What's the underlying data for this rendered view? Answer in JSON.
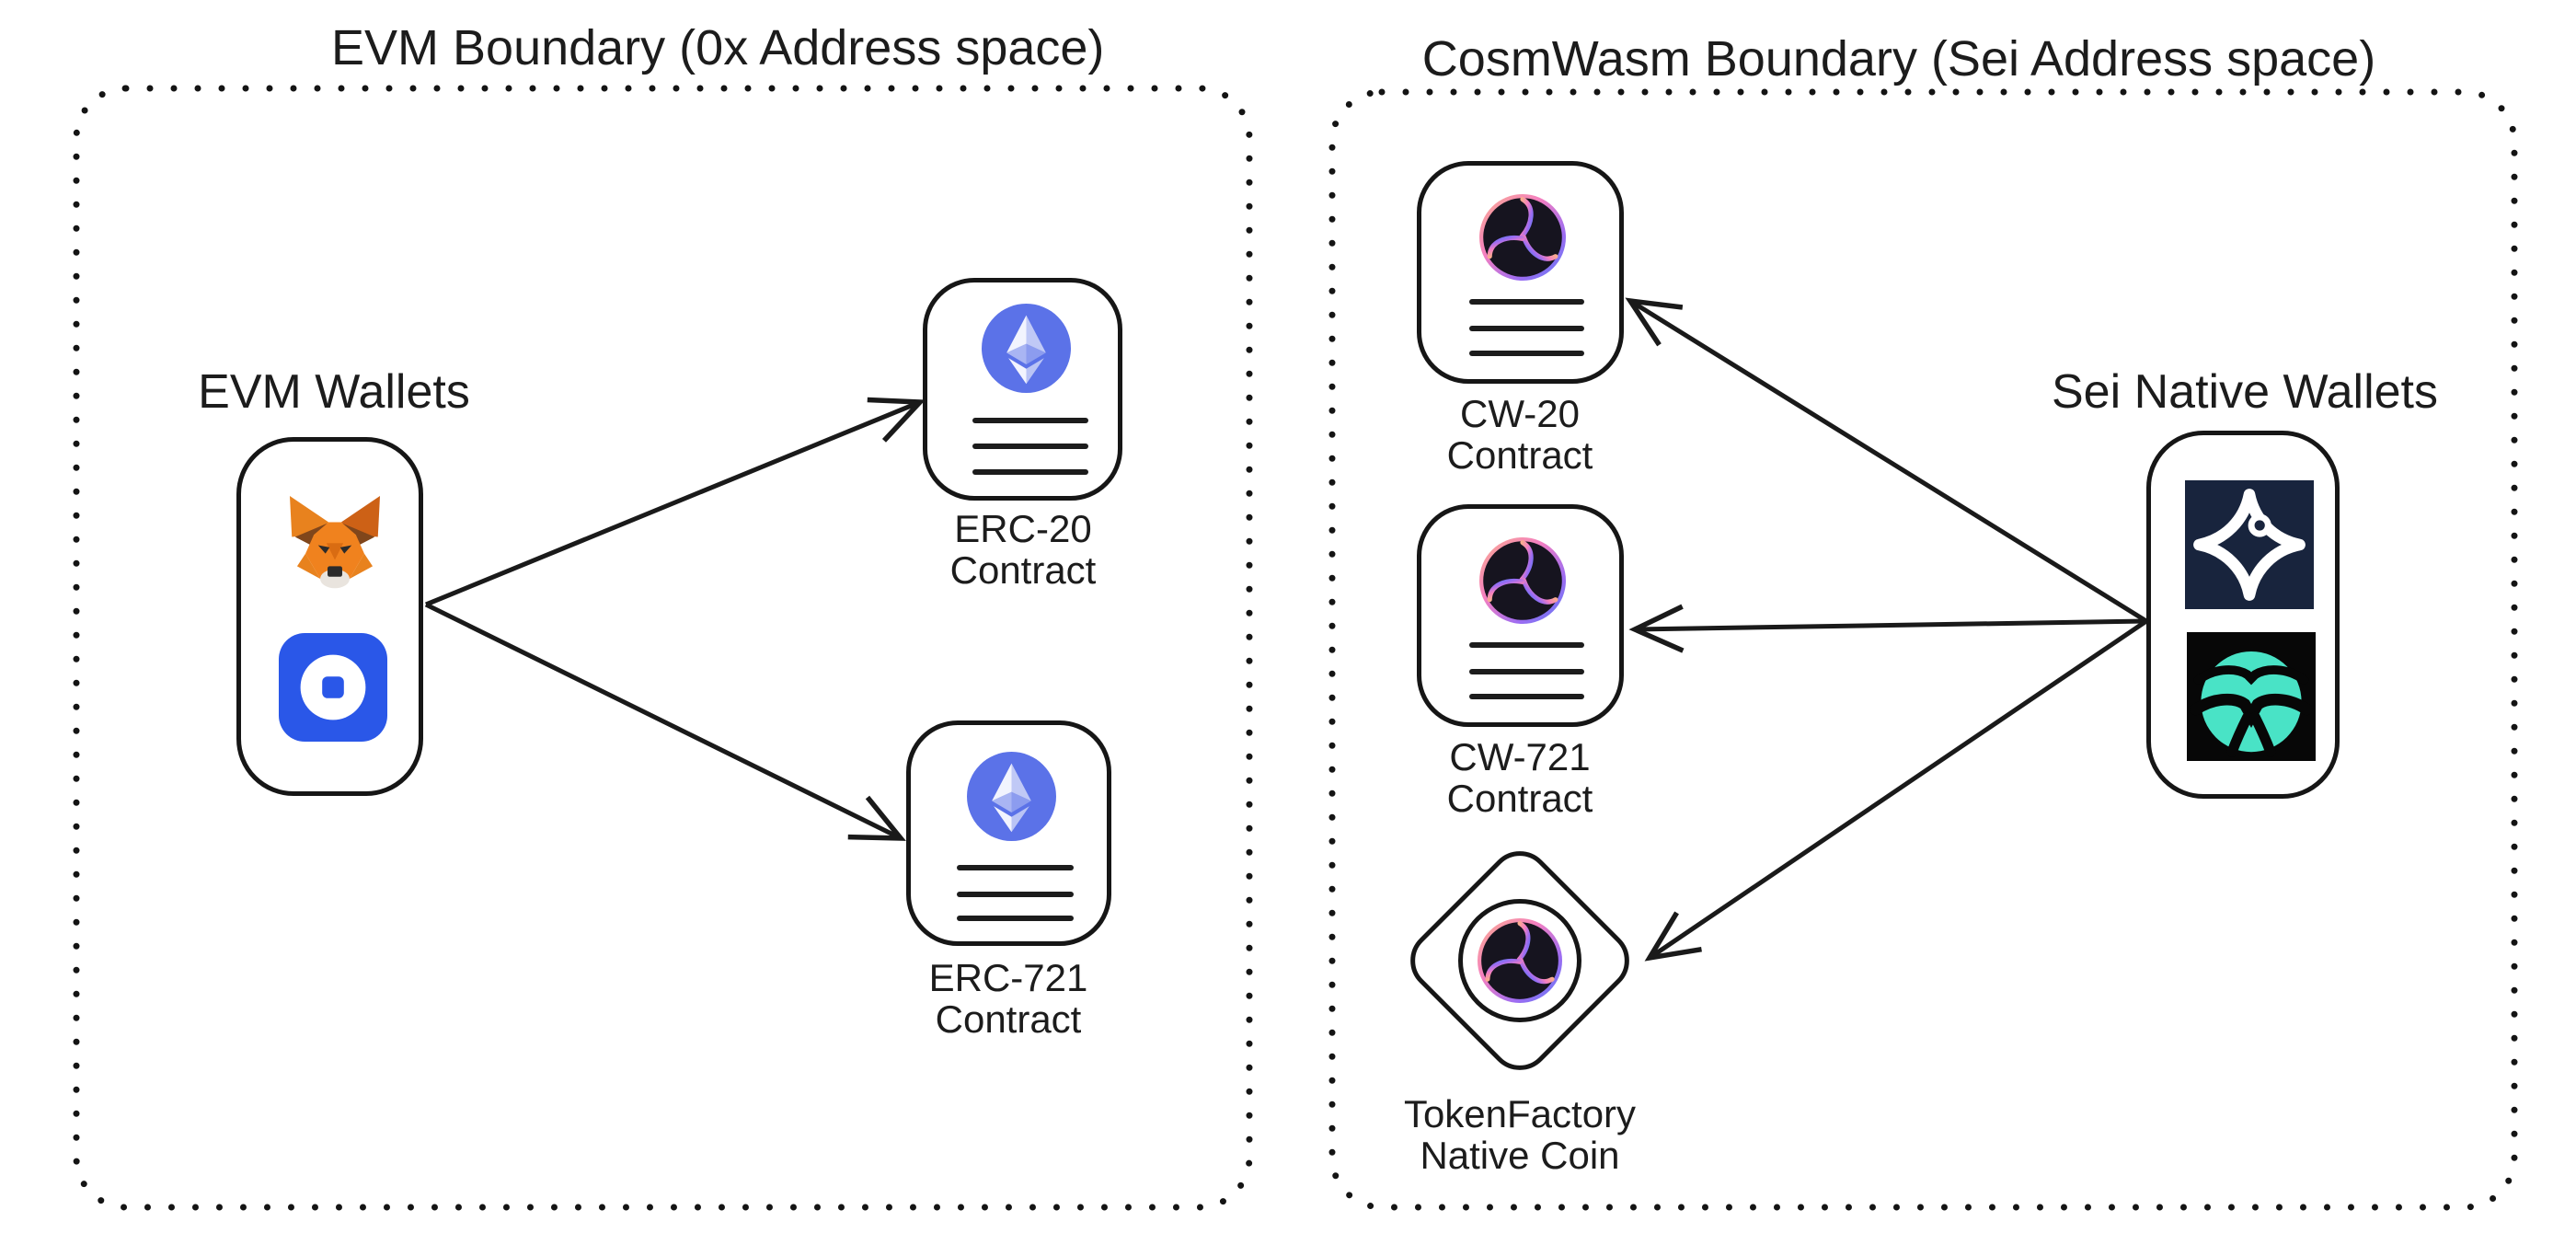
{
  "boundaries": {
    "evm": {
      "title": "EVM Boundary (0x Address space)"
    },
    "cosmwasm": {
      "title": "CosmWasm Boundary (Sei Address space)"
    }
  },
  "wallets": {
    "evm": {
      "label": "EVM Wallets",
      "icons": [
        "metamask-icon",
        "coinbase-wallet-icon"
      ]
    },
    "sei": {
      "label": "Sei Native Wallets",
      "icons": [
        "compass-wallet-icon",
        "fin-wallet-icon"
      ]
    }
  },
  "nodes": {
    "erc20": {
      "label_line1": "ERC-20",
      "label_line2": "Contract",
      "icon": "ethereum-icon"
    },
    "erc721": {
      "label_line1": "ERC-721",
      "label_line2": "Contract",
      "icon": "ethereum-icon"
    },
    "cw20": {
      "label_line1": "CW-20",
      "label_line2": "Contract",
      "icon": "cosmwasm-icon"
    },
    "cw721": {
      "label_line1": "CW-721",
      "label_line2": "Contract",
      "icon": "cosmwasm-icon"
    },
    "tokenfactory": {
      "label_line1": "TokenFactory",
      "label_line2": "Native Coin",
      "icon": "cosmwasm-icon",
      "shape": "diamond"
    }
  },
  "edges": [
    {
      "from": "evm-wallets",
      "to": "erc20-contract"
    },
    {
      "from": "evm-wallets",
      "to": "erc721-contract"
    },
    {
      "from": "sei-wallets",
      "to": "cw20-contract"
    },
    {
      "from": "sei-wallets",
      "to": "cw721-contract"
    },
    {
      "from": "sei-wallets",
      "to": "tokenfactory-native-coin"
    }
  ],
  "colors": {
    "background": "#ffffff",
    "stroke": "#161616",
    "arrow": "#1a1a1a",
    "text": "#1c1c1c",
    "ethereum_blue": "#5B72E8",
    "coinbase_blue": "#2A57E8",
    "metamask_orange": "#F0821E",
    "metamask_brown": "#80461B",
    "cosmwasm_gradient": [
      "#F9AD8E",
      "#F47FC0",
      "#9C6CF2",
      "#5E7BF3"
    ],
    "cosmwasm_black": "#16141F",
    "compass_navy": "#18243D",
    "fin_teal": "#49E3C6",
    "fin_black": "#070707"
  }
}
